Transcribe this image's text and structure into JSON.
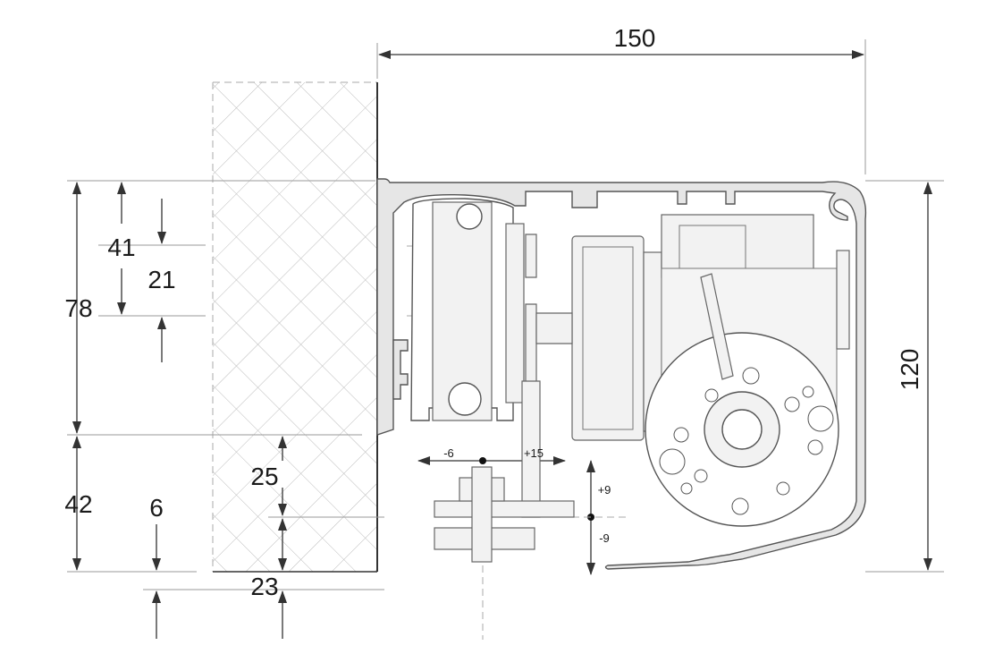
{
  "dimensions": {
    "width_top": "150",
    "height_right": "120",
    "left_78": "78",
    "left_41": "41",
    "left_21": "21",
    "left_42": "42",
    "left_6": "6",
    "left_25": "25",
    "left_23": "23",
    "adjust_minus6": "-6",
    "adjust_plus15": "+15",
    "adjust_plus9": "+9",
    "adjust_minus9": "-9"
  },
  "colors": {
    "profile_fill": "#e6e6e6",
    "line": "#555555",
    "dim_line": "#9a9a9a"
  }
}
